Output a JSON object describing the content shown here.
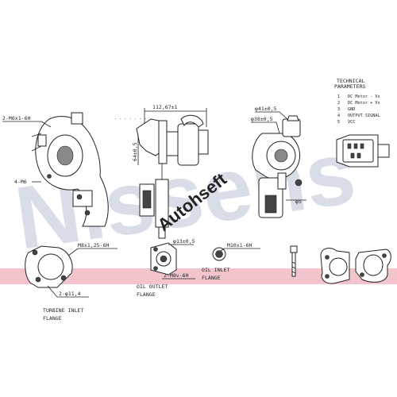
{
  "watermark": {
    "brand": "Nissens",
    "overlay": "Autohseft"
  },
  "tech_params": {
    "title_line1": "TECHNICAL",
    "title_line2": "PARAMETERS",
    "items": [
      {
        "n": "1",
        "t": "DC Motor - Vs"
      },
      {
        "n": "2",
        "t": "DC Motor + Vs"
      },
      {
        "n": "3",
        "t": "GND"
      },
      {
        "n": "4",
        "t": "OUTPUT SIGNAL"
      },
      {
        "n": "5",
        "t": "VCC"
      }
    ]
  },
  "labels": {
    "thread_left": "2-M6x1-6H",
    "bolts_left": "4-M6",
    "dim_width": "112,67±1",
    "dim_height": "64±0,5",
    "dim_d41": "φ41±0,5",
    "dim_d38": "φ38±0,5",
    "dim_d5": "φ5",
    "thread_m8": "M8x1,25-6H",
    "dim_d13": "φ13±0,5",
    "thread_m10": "M10x1-6H",
    "thread_m8v": "2-M8v-6H",
    "dim_d114": "2-φ11,4",
    "oil_inlet_1": "OIL INLET",
    "oil_inlet_2": "FLANGE",
    "oil_outlet_1": "OIL OUTLET",
    "oil_outlet_2": "FLANGE",
    "turbine_1": "TURBINE INLET",
    "turbine_2": "FLANGE"
  },
  "colors": {
    "accent_band": "#f3c4cc",
    "watermark": "#d9dde8"
  }
}
